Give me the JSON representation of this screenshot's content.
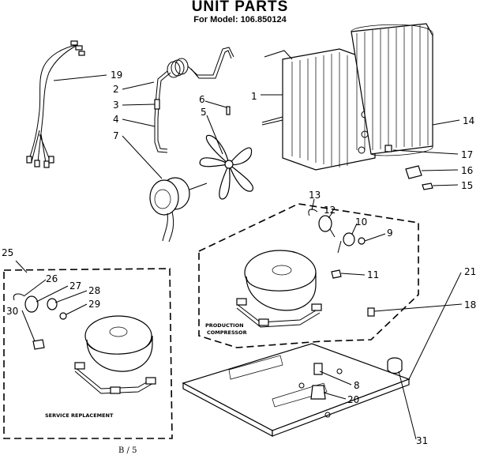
{
  "header": {
    "title": "UNIT PARTS",
    "subtitle": "For Model: 106.850124"
  },
  "callouts": {
    "c1": "1",
    "c2": "2",
    "c3": "3",
    "c4": "4",
    "c5": "5",
    "c6": "6",
    "c7": "7",
    "c8": "8",
    "c9": "9",
    "c10": "10",
    "c11": "11",
    "c12": "12",
    "c13": "13",
    "c14": "14",
    "c15": "15",
    "c16": "16",
    "c17": "17",
    "c18": "18",
    "c19": "19",
    "c20": "20",
    "c21": "21",
    "c25": "25",
    "c26": "26",
    "c27": "27",
    "c28": "28",
    "c29": "29",
    "c30": "30",
    "c31": "31"
  },
  "boxes": {
    "production_line1": "PRODUCTION",
    "production_line2": "COMPRESSOR",
    "service": "SERVICE REPLACEMENT"
  },
  "footer": {
    "page": "B / 5"
  }
}
